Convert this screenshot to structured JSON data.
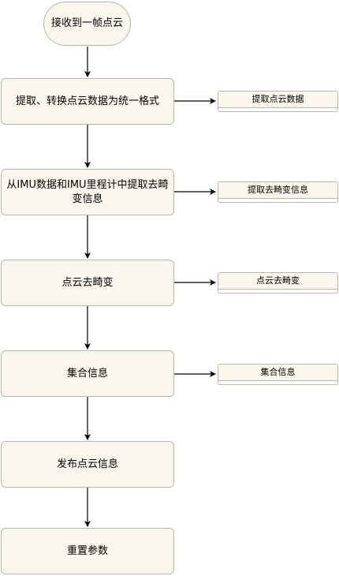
{
  "diagram": {
    "start": "接收到一帧点云",
    "steps": [
      "提取、转换点云数据为统一格式",
      "从IMU数据和IMU里程计中提取去畸变信息",
      "点云去畸变",
      "集合信息",
      "发布点云信息",
      "重置参数"
    ],
    "notes": [
      "提取点云数据",
      "提取去畸变信息",
      "点云去畸变",
      "集合信息"
    ]
  }
}
